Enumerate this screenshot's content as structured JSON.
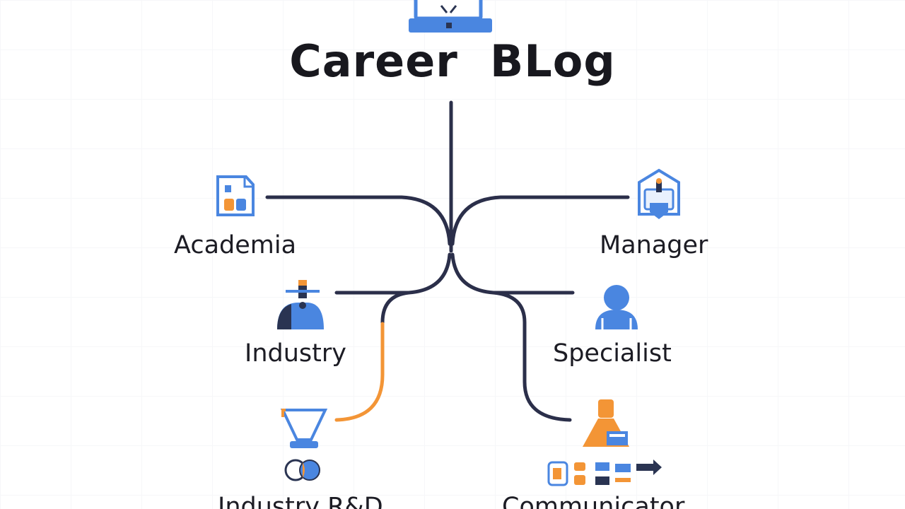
{
  "title": "Career  BLog",
  "nodes": {
    "academia": {
      "label": "Academia",
      "icon": "academia-document-icon"
    },
    "manager": {
      "label": "Manager",
      "icon": "manager-shield-icon"
    },
    "industry": {
      "label": "Industry",
      "icon": "industry-mixer-icon"
    },
    "specialist": {
      "label": "Specialist",
      "icon": "specialist-person-icon"
    },
    "industry_rd": {
      "label": "Industry R&D",
      "icon": "industry-rd-lab-icon"
    },
    "communicator": {
      "label": "Communicator",
      "icon": "communicator-person-icon"
    }
  },
  "colors": {
    "line": "#2b2f4a",
    "highlight": "#f39536",
    "blue": "#4a86e0",
    "navy": "#2a3452",
    "orange": "#f39536"
  }
}
